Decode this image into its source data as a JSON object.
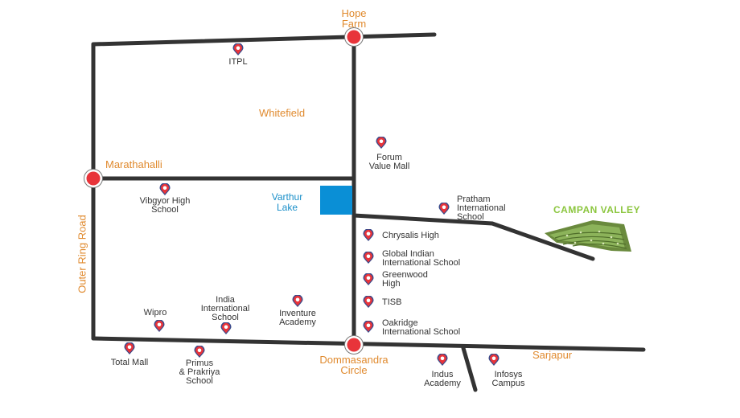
{
  "colors": {
    "road": "#333333",
    "area_label": "#e08a2e",
    "poi_label": "#333333",
    "lake": "#0a8fd6",
    "lake_label": "#1a8fc9",
    "junction": "#e8343a",
    "pin_red": "#e8343a",
    "pin_blue": "#3a4a8a",
    "brand": "#8cc63f"
  },
  "areas": {
    "hope_farm": "Hope\nFarm",
    "whitefield": "Whitefield",
    "marathahalli": "Marathahalli",
    "outer_ring_road": "Outer Ring Road",
    "dommasandra": "Dommasandra\nCircle",
    "sarjapur": "Sarjapur"
  },
  "lake": {
    "label": "Varthur\nLake"
  },
  "project": {
    "name": "CAMPAN VALLEY",
    "icon": "project-site-aerial"
  },
  "poi_icon": "location-pin-icon",
  "poi": {
    "itpl": "ITPL",
    "forum": "Forum\nValue Mall",
    "vibgyor": "Vibgyor High\nSchool",
    "pratham": "Pratham\nInternational\nSchool",
    "chrysalis": "Chrysalis High",
    "global_indian": "Global Indian\nInternational School",
    "greenwood": "Greenwood\nHigh",
    "tisb": "TISB",
    "oakridge": "Oakridge\nInternational School",
    "wipro": "Wipro",
    "india_intl": "India\nInternational\nSchool",
    "inventure": "Inventure\nAcademy",
    "total_mall": "Total Mall",
    "primus": "Primus\n& Prakriya\nSchool",
    "indus": "Indus\nAcademy",
    "infosys": "Infosys\nCampus"
  }
}
